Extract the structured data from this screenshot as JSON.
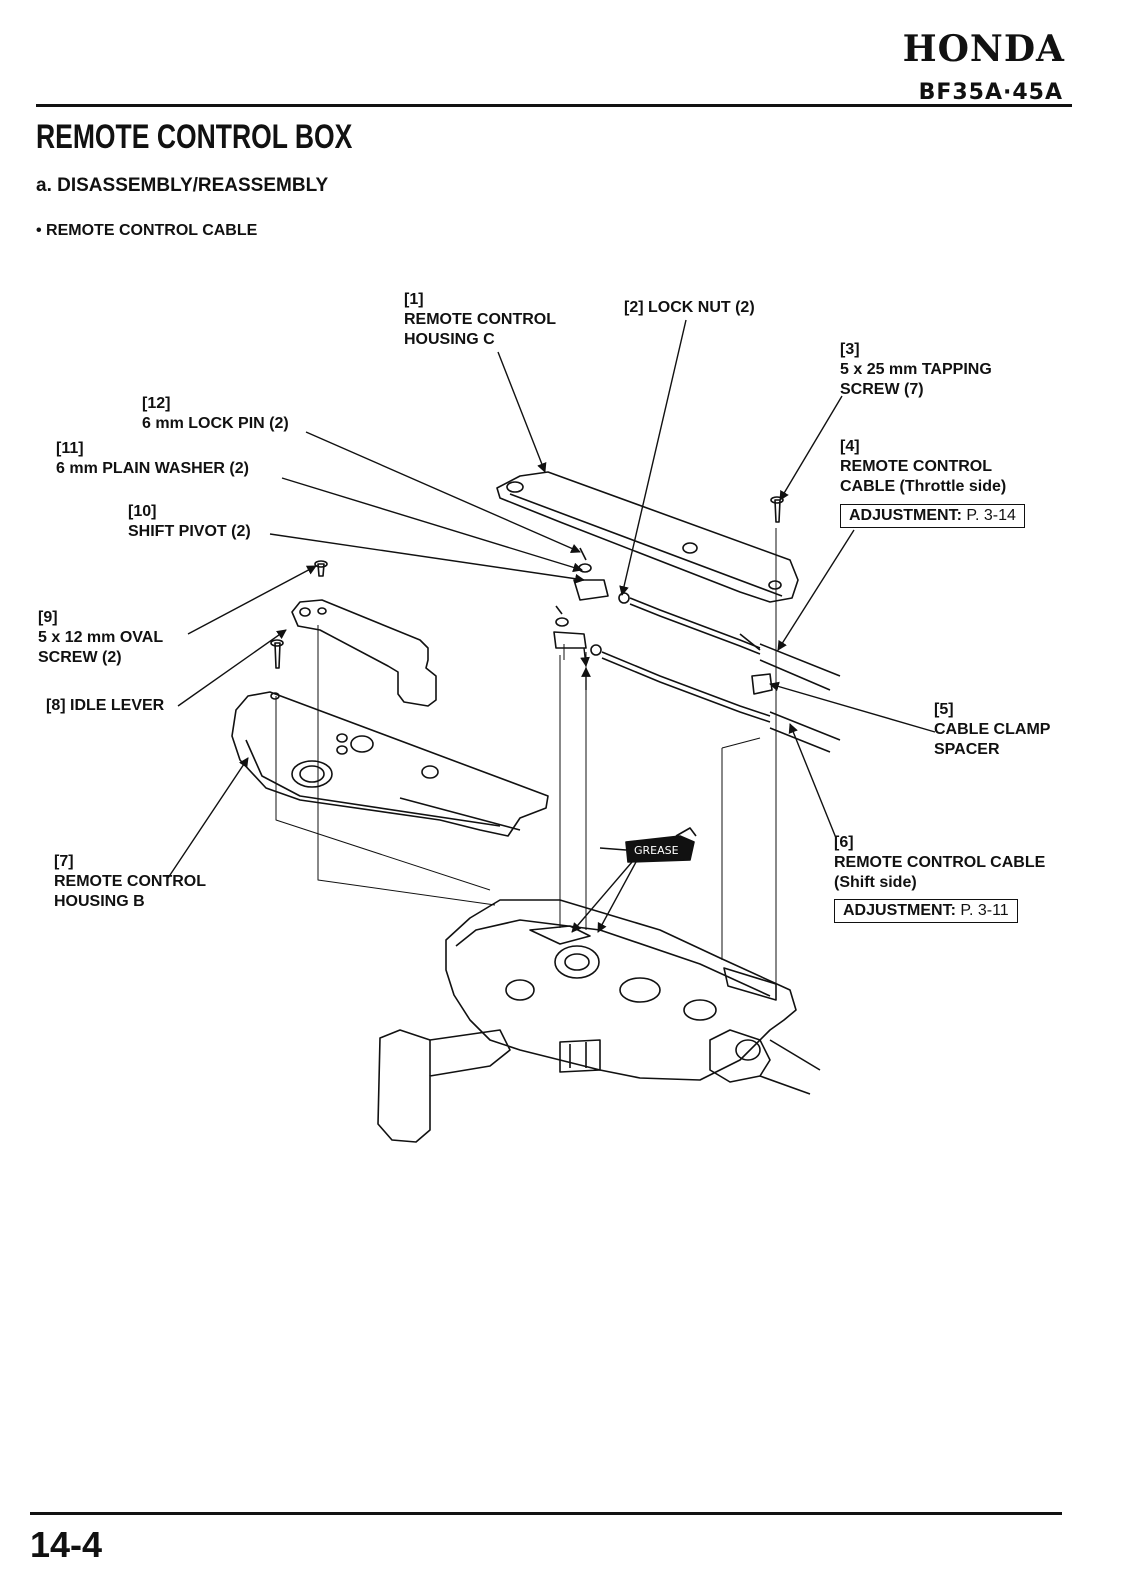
{
  "header": {
    "brand": "HONDA",
    "model": "BF35A·45A"
  },
  "section": {
    "title": "REMOTE CONTROL BOX",
    "subtitle": "a. DISASSEMBLY/REASSEMBLY",
    "bullet": "• REMOTE CONTROL CABLE"
  },
  "callouts": {
    "c1": {
      "num": "[1]",
      "text": "REMOTE CONTROL\nHOUSING C"
    },
    "c2": {
      "text": "[2] LOCK NUT (2)"
    },
    "c3": {
      "num": "[3]",
      "text": "5 x 25 mm TAPPING\nSCREW (7)"
    },
    "c4": {
      "num": "[4]",
      "text": "REMOTE CONTROL\nCABLE (Throttle side)",
      "adj_label": "ADJUSTMENT:",
      "adj_page": "P. 3-14"
    },
    "c5": {
      "num": "[5]",
      "text": "CABLE CLAMP\nSPACER"
    },
    "c6": {
      "num": "[6]",
      "text": "REMOTE CONTROL CABLE\n(Shift side)",
      "adj_label": "ADJUSTMENT:",
      "adj_page": "P. 3-11"
    },
    "c7": {
      "num": "[7]",
      "text": "REMOTE CONTROL\nHOUSING B"
    },
    "c8": {
      "text": "[8] IDLE LEVER"
    },
    "c9": {
      "num": "[9]",
      "text": "5 x 12 mm OVAL\nSCREW (2)"
    },
    "c10": {
      "num": "[10]",
      "text": "SHIFT PIVOT (2)"
    },
    "c11": {
      "num": "[11]",
      "text": "6 mm PLAIN WASHER (2)"
    },
    "c12": {
      "num": "[12]",
      "text": "6 mm LOCK PIN (2)"
    }
  },
  "grease_label": "GREASE",
  "footer": {
    "page_number": "14-4"
  }
}
